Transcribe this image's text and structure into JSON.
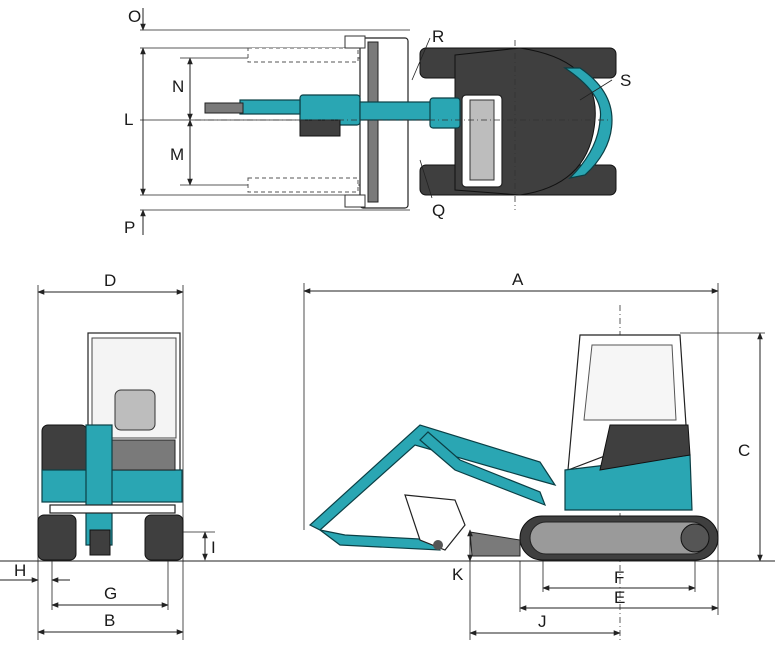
{
  "colors": {
    "accent_teal": "#2aa6b3",
    "dark_grey": "#3f3f3f",
    "mid_grey": "#7a7a7a",
    "line": "#222222"
  },
  "labels": {
    "A": "A",
    "B": "B",
    "C": "C",
    "D": "D",
    "E": "E",
    "F": "F",
    "G": "G",
    "H": "H",
    "I": "I",
    "J": "J",
    "K": "K",
    "L": "L",
    "M": "M",
    "N": "N",
    "O": "O",
    "P": "P",
    "Q": "Q",
    "R": "R",
    "S": "S"
  }
}
